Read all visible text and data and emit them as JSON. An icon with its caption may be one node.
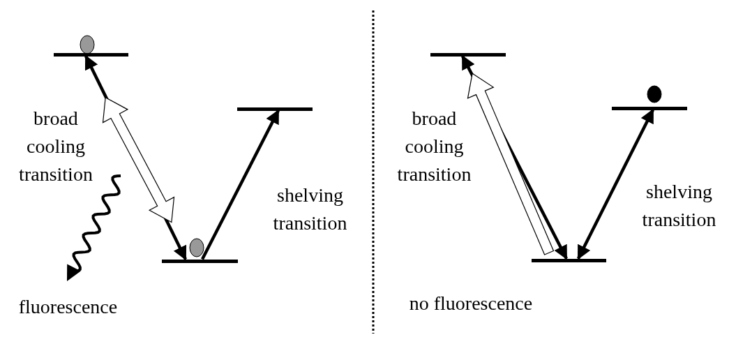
{
  "diagram": {
    "nodes": [
      {
        "text": [],
        "shape": "bar"
      },
      {
        "text": [],
        "shape": "bar"
      },
      {
        "text": [],
        "shape": "bar"
      },
      {
        "text": [],
        "shape": "bar"
      },
      {
        "text": [],
        "shape": "bar"
      },
      {
        "text": [],
        "shape": "bar"
      }
    ],
    "edges": [
      {
        "from": 2,
        "to": 0,
        "arrow": "both"
      },
      {
        "from": 2,
        "to": 1,
        "arrow": "to"
      },
      {
        "from": 5,
        "to": 3,
        "arrow": "both"
      },
      {
        "from": 4,
        "to": 5,
        "arrow": "both"
      },
      {
        "from": 2,
        "to": 0,
        "arrow": "both",
        "style": "thick"
      },
      {
        "from": 5,
        "to": 3,
        "arrow": "to",
        "style": "thick"
      }
    ],
    "labels": [
      "broad cooling transition",
      "shelving transition",
      "fluorescence",
      "broad cooling transition",
      "shelving transition",
      "no fluorescence"
    ]
  }
}
